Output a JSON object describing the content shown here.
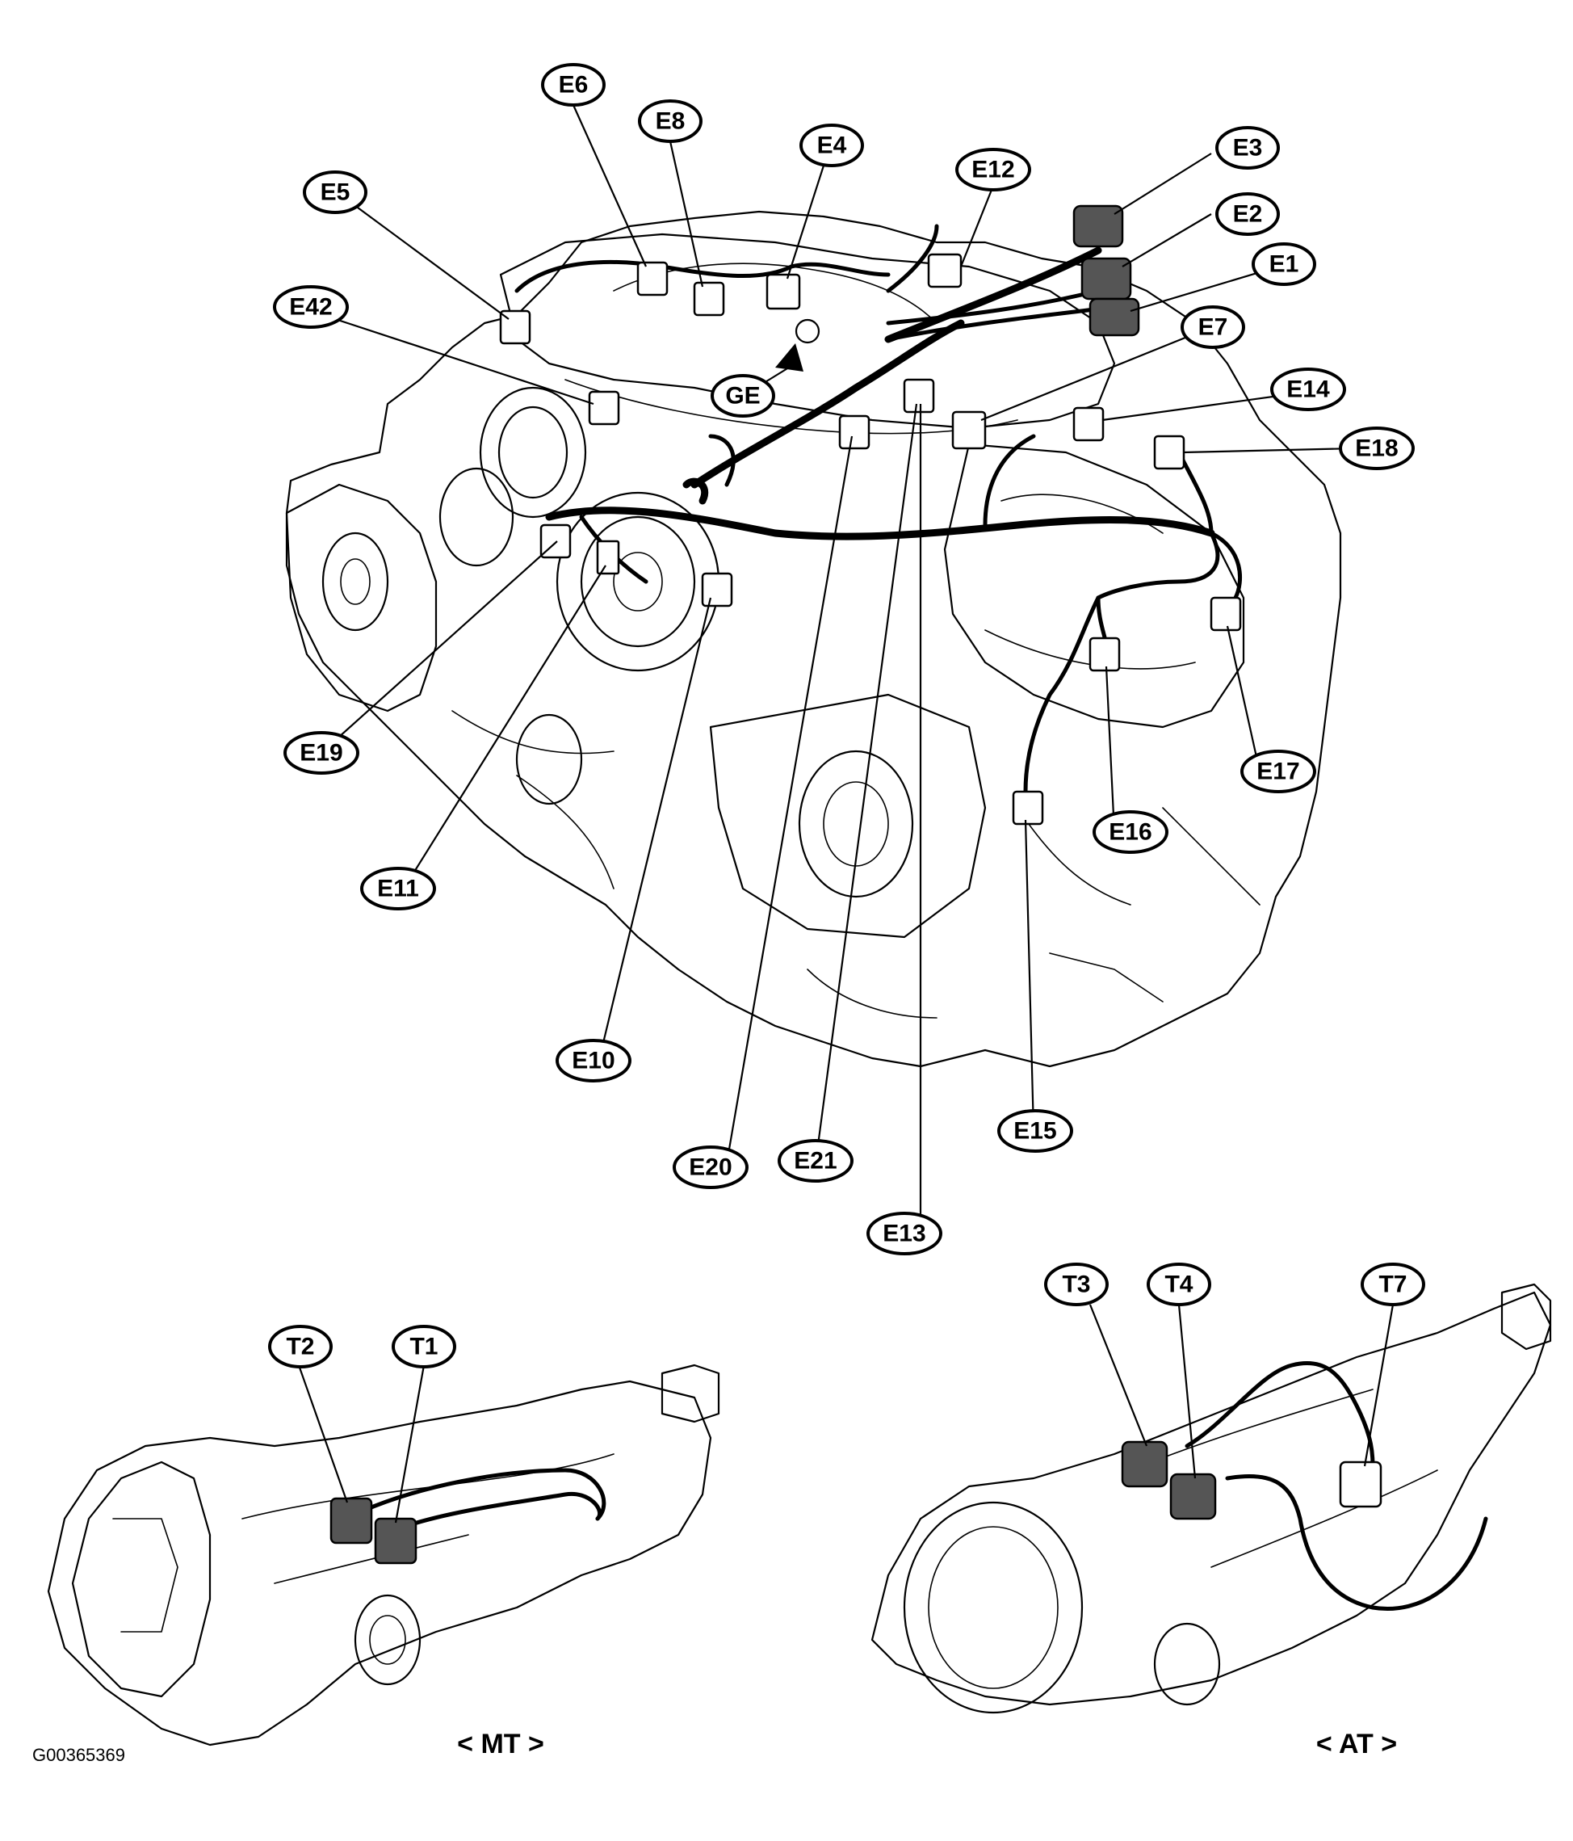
{
  "figure_id": "G00365369",
  "views": {
    "mt_label": "< MT >",
    "at_label": "< AT >"
  },
  "connectors": {
    "E1": "E1",
    "E2": "E2",
    "E3": "E3",
    "E4": "E4",
    "E5": "E5",
    "E6": "E6",
    "E7": "E7",
    "E8": "E8",
    "E10": "E10",
    "E11": "E11",
    "E12": "E12",
    "E13": "E13",
    "E14": "E14",
    "E15": "E15",
    "E16": "E16",
    "E17": "E17",
    "E18": "E18",
    "E19": "E19",
    "E20": "E20",
    "E21": "E21",
    "E42": "E42",
    "GE": "GE",
    "T1": "T1",
    "T2": "T2",
    "T3": "T3",
    "T4": "T4",
    "T7": "T7"
  }
}
